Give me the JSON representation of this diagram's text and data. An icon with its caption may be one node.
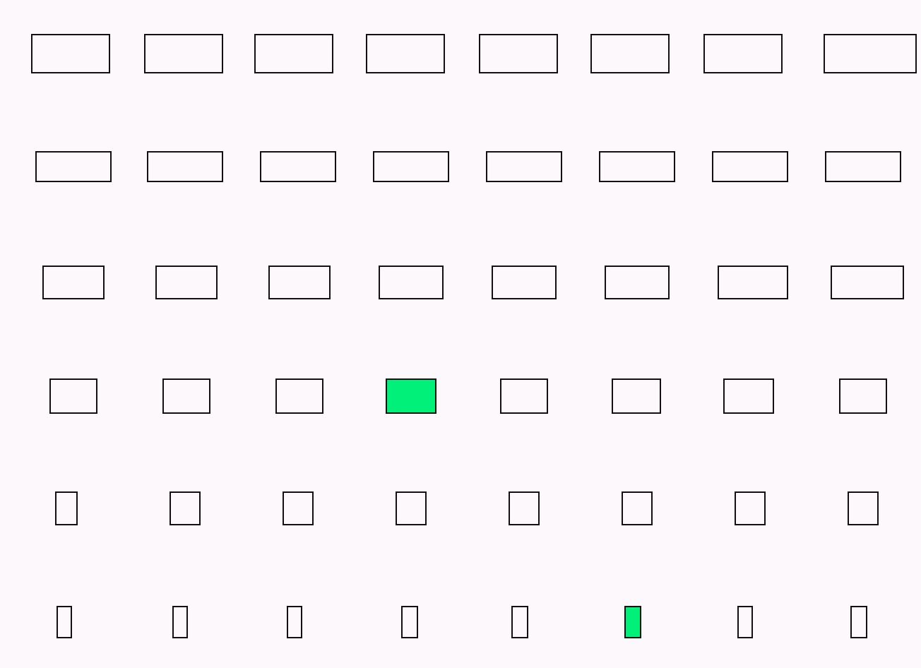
{
  "diagram": {
    "nodes": [
      {
        "text": [],
        "shape": "box"
      },
      {
        "text": [],
        "shape": "box"
      },
      {
        "text": [],
        "shape": "box"
      },
      {
        "text": [],
        "shape": "box"
      },
      {
        "text": [],
        "shape": "box"
      },
      {
        "text": [],
        "shape": "box"
      },
      {
        "text": [],
        "shape": "box"
      },
      {
        "text": [],
        "shape": "box"
      },
      {
        "text": [],
        "shape": "box"
      },
      {
        "text": [],
        "shape": "box"
      },
      {
        "text": [],
        "shape": "box"
      },
      {
        "text": [],
        "shape": "box"
      },
      {
        "text": [],
        "shape": "box"
      },
      {
        "text": [],
        "shape": "box"
      },
      {
        "text": [],
        "shape": "box"
      },
      {
        "text": [],
        "shape": "box"
      },
      {
        "text": [],
        "shape": "box"
      },
      {
        "text": [],
        "shape": "box"
      },
      {
        "text": [],
        "shape": "box"
      },
      {
        "text": [],
        "shape": "box"
      },
      {
        "text": [],
        "shape": "box"
      },
      {
        "text": [],
        "shape": "box"
      },
      {
        "text": [],
        "shape": "box"
      },
      {
        "text": [],
        "shape": "box"
      },
      {
        "text": [],
        "shape": "box"
      },
      {
        "text": [],
        "shape": "box"
      },
      {
        "text": [],
        "shape": "box"
      },
      {
        "text": [],
        "shape": "box"
      },
      {
        "text": [],
        "shape": "box"
      },
      {
        "text": [],
        "shape": "box"
      },
      {
        "text": [],
        "shape": "box"
      },
      {
        "text": [],
        "shape": "box"
      },
      {
        "text": [],
        "shape": "box"
      },
      {
        "text": [],
        "shape": "box"
      },
      {
        "text": [],
        "shape": "box"
      },
      {
        "text": [],
        "shape": "box"
      },
      {
        "text": [],
        "shape": "box"
      },
      {
        "text": [],
        "shape": "box"
      },
      {
        "text": [],
        "shape": "box"
      },
      {
        "text": [],
        "shape": "box"
      },
      {
        "text": [],
        "shape": "box"
      },
      {
        "text": [],
        "shape": "box"
      },
      {
        "text": [],
        "shape": "box"
      },
      {
        "text": [],
        "shape": "box"
      },
      {
        "text": [],
        "shape": "box"
      },
      {
        "text": [],
        "shape": "box"
      },
      {
        "text": [],
        "shape": "box"
      },
      {
        "text": [],
        "shape": "box"
      }
    ]
  }
}
